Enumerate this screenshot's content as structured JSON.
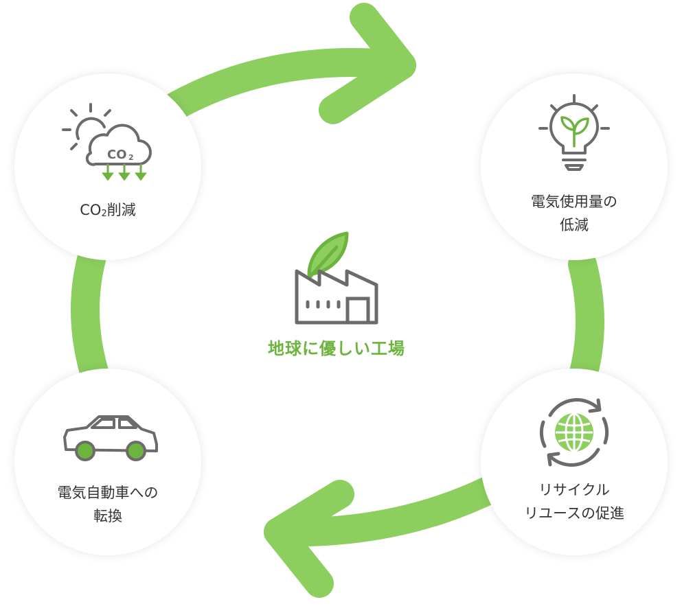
{
  "center": {
    "title": "地球に優しい工場",
    "icon": "eco-factory-icon"
  },
  "nodes": [
    {
      "id": "co2",
      "line1_prefix": "CO",
      "line1_sub": "2",
      "line1_suffix": "削減",
      "icon": "co2-cloud-icon"
    },
    {
      "id": "electricity",
      "line1": "電気使用量の",
      "line2": "低減",
      "icon": "lightbulb-leaf-icon"
    },
    {
      "id": "recycle",
      "line1": "リサイクル",
      "line2": "リユースの促進",
      "icon": "recycle-globe-icon"
    },
    {
      "id": "ev",
      "line1": "電気自動車への",
      "line2": "転換",
      "icon": "electric-car-icon"
    }
  ],
  "icon_text": {
    "co2_cloud": "CO",
    "co2_cloud_sub": "2"
  },
  "colors": {
    "accent": "#8ccf5e",
    "icon_green": "#6db33f",
    "icon_gray": "#6b6b6b",
    "text": "#333333"
  }
}
